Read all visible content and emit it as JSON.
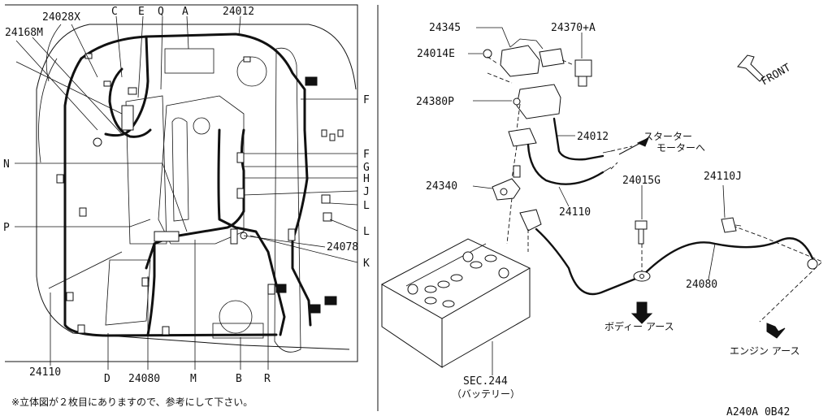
{
  "left_view": {
    "callouts_top": [
      "24028X",
      "24168M",
      "C",
      "E",
      "Q",
      "A",
      "24012"
    ],
    "callouts_right": [
      "F",
      "F",
      "G",
      "H",
      "J",
      "L",
      "L",
      "24078",
      "K"
    ],
    "callouts_left": [
      "N",
      "P"
    ],
    "callouts_bottom": [
      "24110",
      "D",
      "24080",
      "M",
      "B",
      "R"
    ],
    "footnote": "※立体図が２枚目にありますので、参考にして下さい。"
  },
  "right_view": {
    "parts": [
      "24345",
      "24370+A",
      "24014E",
      "24380P",
      "24012",
      "24340",
      "24110",
      "24015G",
      "24110J",
      "24080"
    ],
    "battery_ref": "SEC.244",
    "battery_name": "（バッテリー）",
    "starter_note_line1": "スターター",
    "starter_note_line2": "モーターへ",
    "body_earth": "ボディー アース",
    "engine_earth": "エンジン アース",
    "front_label": "FRONT"
  },
  "figure_code": "A240A 0B42"
}
